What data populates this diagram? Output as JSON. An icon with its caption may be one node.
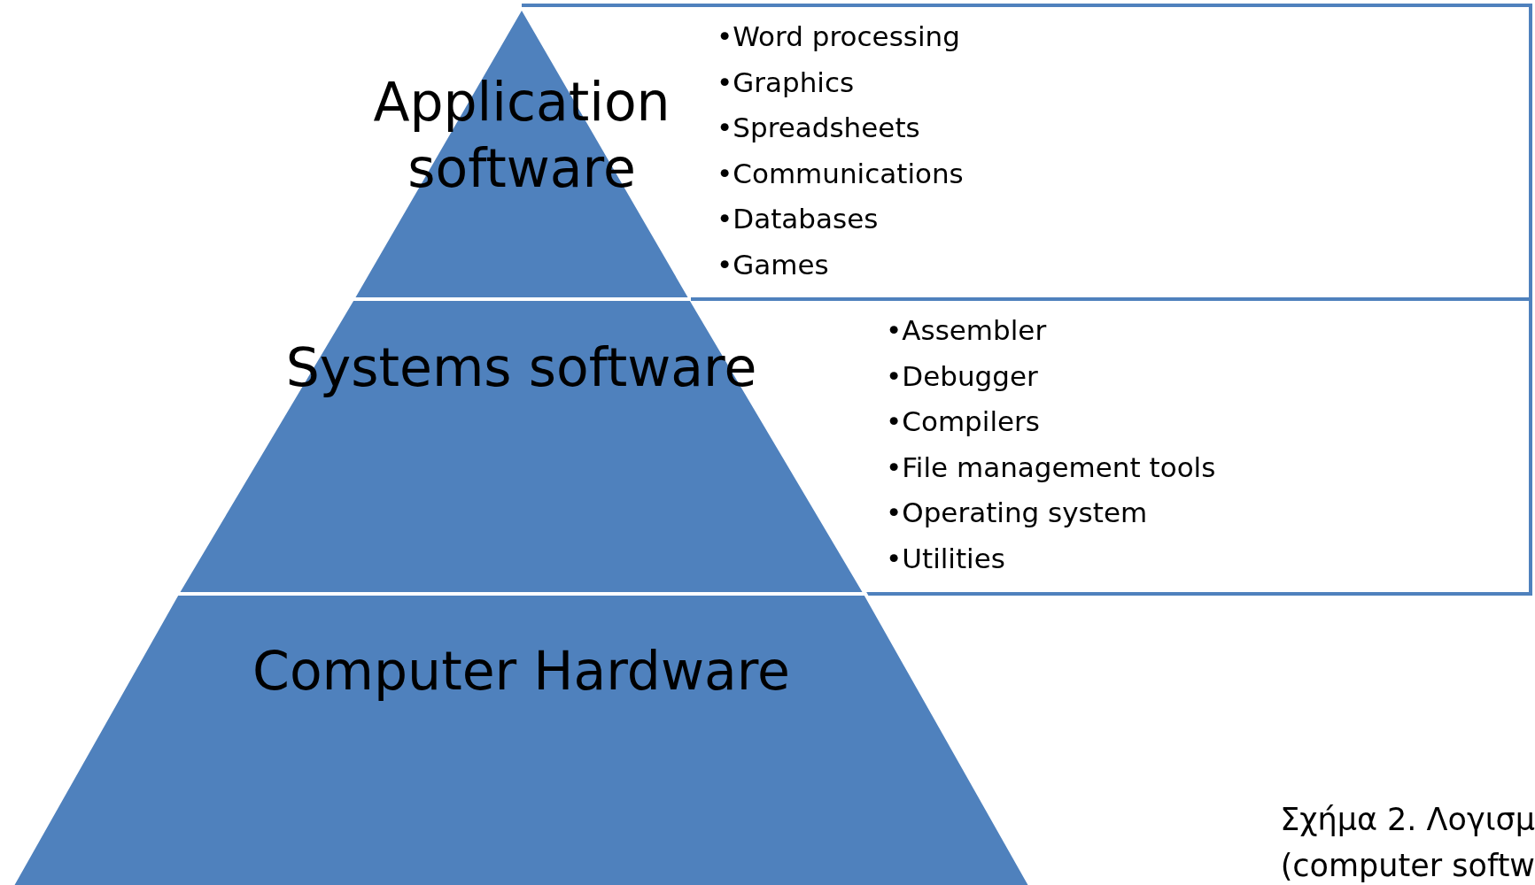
{
  "diagram": {
    "caption": "Σχήμα 2. Λογισμ (computer softw",
    "nodes": [
      {
        "text": [
          "Application software"
        ]
      },
      {
        "text": [
          "•Word processing",
          "•Graphics",
          "•Spreadsheets",
          "•Communications",
          "•Databases",
          "•Games"
        ]
      },
      {
        "text": [
          "Systems software"
        ]
      },
      {
        "text": [
          "•Assembler",
          "•Debugger",
          "•Compilers",
          "•File management tools",
          "•Operating system",
          "•Utilities"
        ]
      },
      {
        "text": [
          "Computer Hardware"
        ]
      }
    ],
    "edges": []
  }
}
